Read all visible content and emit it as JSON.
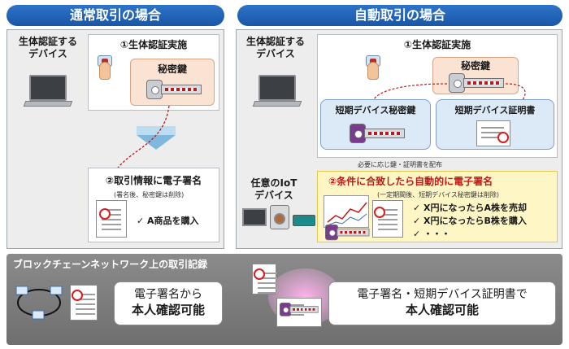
{
  "headers": {
    "left": "通常取引の場合",
    "right": "自動取引の場合"
  },
  "left_panel": {
    "device_label": "生体認証する\nデバイス",
    "step1_label": "①生体認証実施",
    "secret_key_label": "秘密鍵",
    "step2_label": "②取引情報に電子署名",
    "step2_note": "(署名後、秘密鍵は削除)",
    "purchase_label": "✓ A商品を購入"
  },
  "right_panel": {
    "device_label": "生体認証する\nデバイス",
    "step1_label": "①生体認証実施",
    "secret_key_label": "秘密鍵",
    "short_key_label": "短期デバイス秘密鍵",
    "short_cert_label": "短期デバイス証明書",
    "distribution_note": "必要に応じ鍵・証明書を配布",
    "iot_label": "任意のIoT\nデバイス",
    "step2_label": "②条件に合致したら自動的に電子署名",
    "step2_note": "(一定期間後、短期デバイス秘密鍵は削除)",
    "conditions": [
      "✓ X円になったらA株を売却",
      "✓ X円になったらB株を購入",
      "✓ ・・・"
    ]
  },
  "bottom": {
    "title": "ブロックチェーンネットワーク上の取引記録",
    "left_result_line1": "電子署名から",
    "left_result_line2": "本人確認可能",
    "right_result_line1": "電子署名・短期デバイス証明書で",
    "right_result_line2": "本人確認可能"
  },
  "colors": {
    "header_blue": "#1a56a6",
    "highlight_red": "#c01818",
    "pink_box": "#fbe3d3",
    "blue_box": "#dceaf7",
    "yellow_box": "#fff6c6"
  }
}
